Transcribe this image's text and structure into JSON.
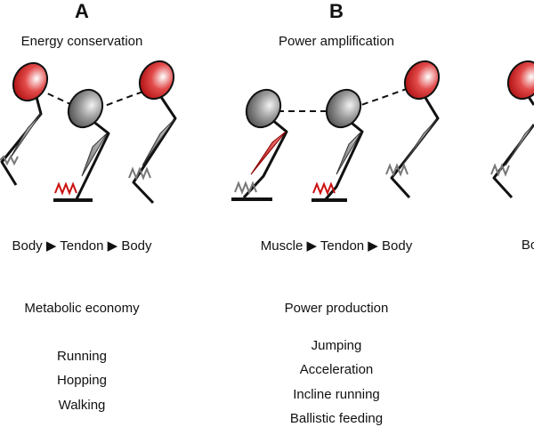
{
  "panels": [
    {
      "letter": "A",
      "heading": "Energy conservation",
      "flow": "Body ▶ Tendon ▶ Body",
      "outcome": "Metabolic economy",
      "examples": [
        "Running",
        "Hopping",
        "Walking"
      ]
    },
    {
      "letter": "B",
      "heading": "Power amplification",
      "flow": "Muscle ▶ Tendon ▶ Body",
      "outcome": "Power production",
      "examples": [
        "Jumping",
        "Acceleration",
        "Incline running",
        "Ballistic feeding"
      ]
    },
    {
      "letter": "",
      "heading": "",
      "flow": "Bo",
      "outcome": "",
      "examples": []
    }
  ],
  "colors": {
    "active_red": "#cc1111",
    "muscle_gray": "#9a9a9a",
    "body_gray": "#7a7a7a",
    "line": "#111111",
    "spring_gray": "#777777"
  }
}
